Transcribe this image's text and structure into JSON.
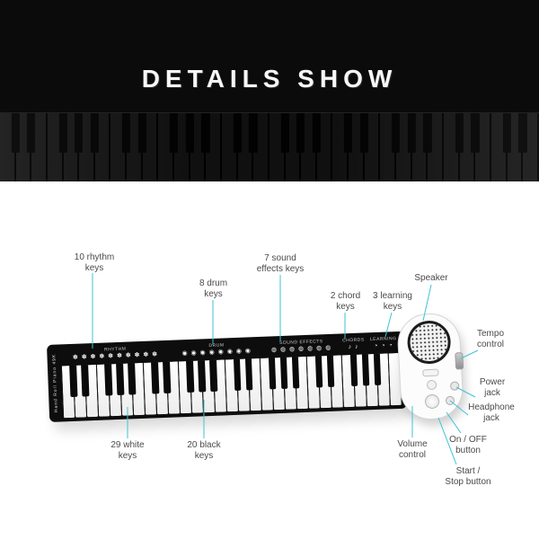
{
  "header": {
    "title": "DETAILS SHOW"
  },
  "colors": {
    "accent": "#3ec3d4",
    "label_text": "#4a4a4a",
    "hero_background": "#0b0b0c"
  },
  "product": {
    "brand": "Hand Roll Piano 49K",
    "keyboard": {
      "white_keys": 29,
      "black_keys": 20
    },
    "panel_sections": [
      {
        "label": "RHYTHM",
        "icons": "✽ ✽ ✽ ✽ ✽ ✽ ✽ ✽ ✽ ✽"
      },
      {
        "label": "DRUM",
        "icons": "◉ ◉ ◉ ◉ ◉ ◉ ◉ ◉"
      },
      {
        "label": "SOUND EFFECTS",
        "icons": "◍ ◍ ◍ ◍ ◍ ◍ ◍"
      },
      {
        "label": "CHORDS",
        "icons": "♪ ♪"
      },
      {
        "label": "LEARNING",
        "icons": "◔ ◔ ◔"
      }
    ]
  },
  "callouts": [
    {
      "id": "rhythm",
      "text": "10 rhythm\nkeys"
    },
    {
      "id": "drum",
      "text": "8 drum\nkeys"
    },
    {
      "id": "sound",
      "text": "7 sound\neffects keys"
    },
    {
      "id": "chord",
      "text": "2 chord\nkeys"
    },
    {
      "id": "learning",
      "text": "3 learning\nkeys"
    },
    {
      "id": "speaker",
      "text": "Speaker"
    },
    {
      "id": "tempo",
      "text": "Tempo\ncontrol"
    },
    {
      "id": "power",
      "text": "Power\njack"
    },
    {
      "id": "headphone",
      "text": "Headphone\njack"
    },
    {
      "id": "white",
      "text": "29 white\nkeys"
    },
    {
      "id": "black",
      "text": "20 black\nkeys"
    },
    {
      "id": "volume",
      "text": "Volume\ncontrol"
    },
    {
      "id": "onoff",
      "text": "On / OFF\nbutton"
    },
    {
      "id": "startstop",
      "text": "Start /\nStop button"
    }
  ]
}
